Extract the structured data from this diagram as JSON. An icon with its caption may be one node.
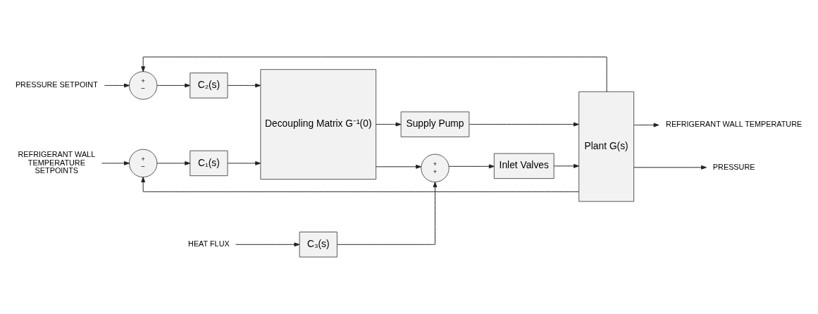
{
  "diagram": {
    "nodes": [
      {
        "text": [
          "+",
          "−"
        ]
      },
      {
        "text": [
          "C₁(s)"
        ]
      },
      {
        "text": [
          "+",
          "−"
        ]
      },
      {
        "text": [
          "C₂(s)"
        ]
      },
      {
        "text": [
          "Decoupling Matrix G⁻¹(0)"
        ]
      },
      {
        "text": [
          "C₃(s)"
        ]
      },
      {
        "text": [
          "+",
          "+"
        ]
      },
      {
        "text": [
          "Inlet Valves"
        ]
      },
      {
        "text": [
          "Supply Pump"
        ]
      },
      {
        "text": [
          "Plant G(s)"
        ]
      },
      {
        "text": [
          "REFRIGERANT WALL TEMPERATURE SETPOINTS"
        ]
      },
      {
        "text": [
          "PRESSURE SETPOINT"
        ]
      },
      {
        "text": [
          "HEAT FLUX"
        ]
      },
      {
        "text": [
          "REFRIGERANT WALL TEMPERATURE"
        ]
      },
      {
        "text": [
          "PRESSURE"
        ]
      }
    ],
    "edges": [
      {
        "from": 10,
        "to": 0,
        "arrow": "to"
      },
      {
        "from": 0,
        "to": 1,
        "arrow": "to"
      },
      {
        "from": 1,
        "to": 4,
        "arrow": "to"
      },
      {
        "from": 11,
        "to": 2,
        "arrow": "to"
      },
      {
        "from": 2,
        "to": 3,
        "arrow": "to"
      },
      {
        "from": 3,
        "to": 4,
        "arrow": "to"
      },
      {
        "from": 12,
        "to": 5,
        "arrow": "to"
      },
      {
        "from": 5,
        "to": 6,
        "arrow": "to"
      },
      {
        "from": 4,
        "to": 6,
        "arrow": "to"
      },
      {
        "from": 6,
        "to": 7,
        "arrow": "to"
      },
      {
        "from": 4,
        "to": 8,
        "arrow": "to"
      },
      {
        "from": 7,
        "to": 9,
        "arrow": "to"
      },
      {
        "from": 8,
        "to": 9,
        "arrow": "to"
      },
      {
        "from": 9,
        "to": 13,
        "arrow": "to"
      },
      {
        "from": 9,
        "to": 14,
        "arrow": "to"
      },
      {
        "from": 9,
        "to": 0,
        "arrow": "to"
      },
      {
        "from": 9,
        "to": 2,
        "arrow": "to"
      }
    ]
  }
}
